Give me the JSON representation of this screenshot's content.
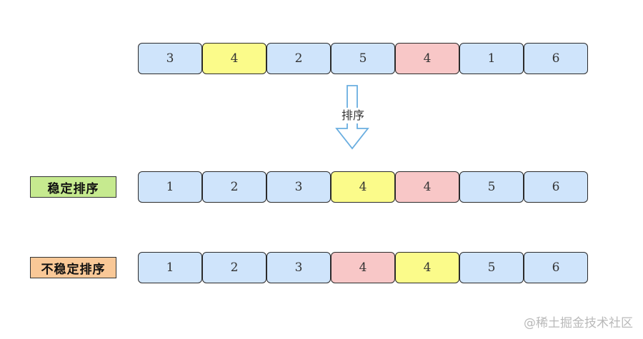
{
  "diagram": {
    "top_row": [
      {
        "value": "3",
        "color": "#cfe4fb"
      },
      {
        "value": "4",
        "color": "#fbfb8a"
      },
      {
        "value": "2",
        "color": "#cfe4fb"
      },
      {
        "value": "5",
        "color": "#cfe4fb"
      },
      {
        "value": "4",
        "color": "#f8c7c7"
      },
      {
        "value": "1",
        "color": "#cfe4fb"
      },
      {
        "value": "6",
        "color": "#cfe4fb"
      }
    ],
    "arrow_label": "排序",
    "stable": {
      "label": "稳定排序",
      "label_color": "#c6ea8f",
      "cells": [
        {
          "value": "1",
          "color": "#cfe4fb"
        },
        {
          "value": "2",
          "color": "#cfe4fb"
        },
        {
          "value": "3",
          "color": "#cfe4fb"
        },
        {
          "value": "4",
          "color": "#fbfb8a"
        },
        {
          "value": "4",
          "color": "#f8c7c7"
        },
        {
          "value": "5",
          "color": "#cfe4fb"
        },
        {
          "value": "6",
          "color": "#cfe4fb"
        }
      ]
    },
    "unstable": {
      "label": "不稳定排序",
      "label_color": "#f9c897",
      "cells": [
        {
          "value": "1",
          "color": "#cfe4fb"
        },
        {
          "value": "2",
          "color": "#cfe4fb"
        },
        {
          "value": "3",
          "color": "#cfe4fb"
        },
        {
          "value": "4",
          "color": "#f8c7c7"
        },
        {
          "value": "4",
          "color": "#fbfb8a"
        },
        {
          "value": "5",
          "color": "#cfe4fb"
        },
        {
          "value": "6",
          "color": "#cfe4fb"
        }
      ]
    }
  },
  "watermark": "@稀土掘金技术社区"
}
